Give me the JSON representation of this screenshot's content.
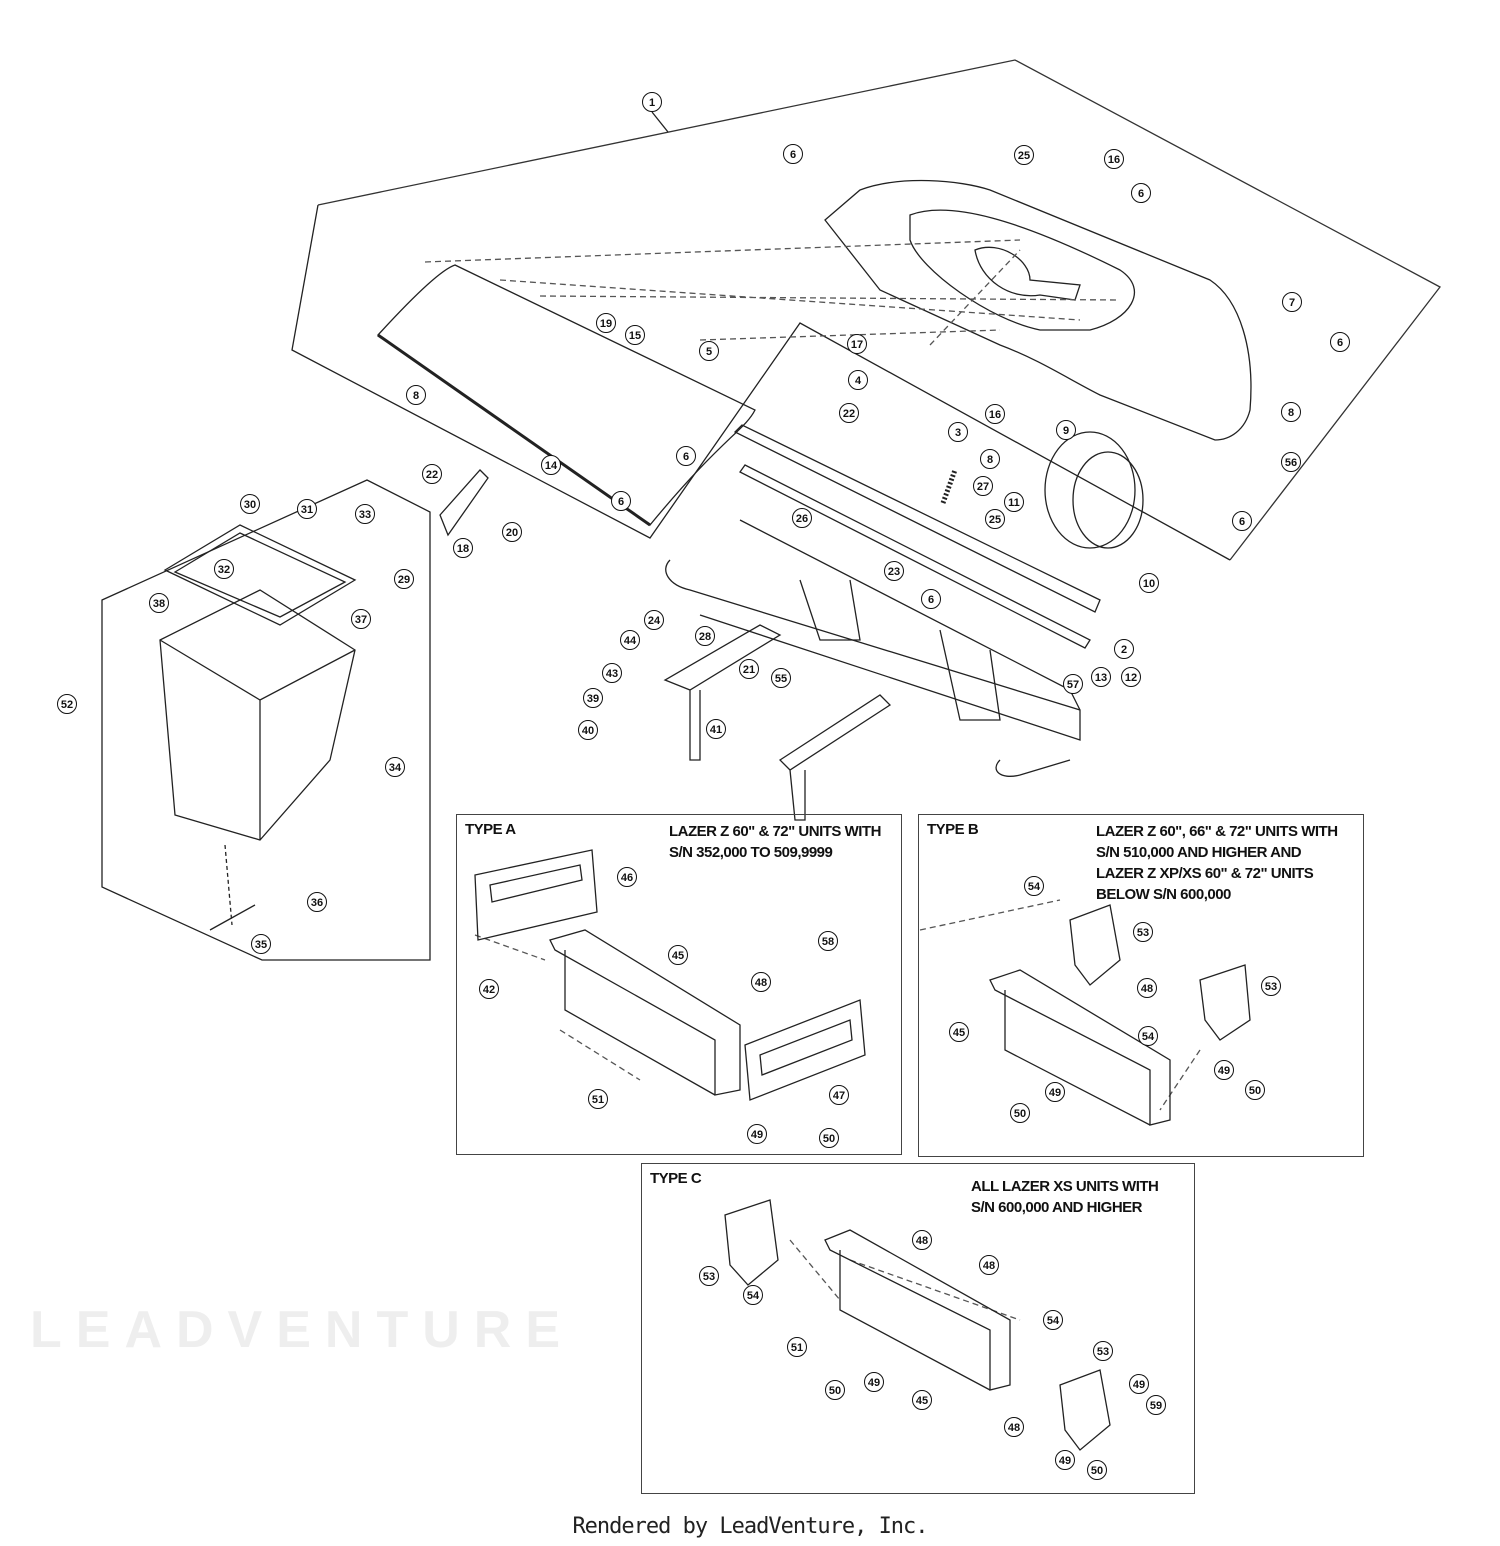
{
  "watermark": "LEADVENTURE",
  "footer": "Rendered by LeadVenture, Inc.",
  "types": [
    {
      "title": "TYPE A",
      "description": "LAZER Z 60\" & 72\" UNITS WITH\nS/N 352,000 TO 509,9999"
    },
    {
      "title": "TYPE B",
      "description": "LAZER Z 60\", 66\" & 72\" UNITS WITH\nS/N 510,000 AND HIGHER AND\nLAZER Z XP/XS 60\" & 72\" UNITS\nBELOW S/N 600,000"
    },
    {
      "title": "TYPE C",
      "description": "ALL LAZER XS UNITS WITH\nS/N 600,000 AND HIGHER"
    }
  ],
  "callouts": [
    "1",
    "6",
    "25",
    "16",
    "6",
    "7",
    "6",
    "19",
    "15",
    "5",
    "17",
    "4",
    "16",
    "3",
    "22",
    "9",
    "8",
    "8",
    "8",
    "56",
    "6",
    "27",
    "14",
    "22",
    "6",
    "11",
    "20",
    "18",
    "6",
    "26",
    "25",
    "30",
    "31",
    "33",
    "23",
    "32",
    "29",
    "10",
    "6",
    "24",
    "28",
    "38",
    "37",
    "44",
    "2",
    "55",
    "43",
    "57",
    "13",
    "12",
    "21",
    "52",
    "39",
    "40",
    "41",
    "34",
    "46",
    "45",
    "58",
    "42",
    "48",
    "51",
    "47",
    "49",
    "50",
    "36",
    "35",
    "54",
    "53",
    "48",
    "53",
    "45",
    "54",
    "49",
    "50",
    "49",
    "50",
    "53",
    "48",
    "48",
    "54",
    "54",
    "53",
    "51",
    "50",
    "49",
    "45",
    "49",
    "59",
    "48",
    "49",
    "50"
  ]
}
